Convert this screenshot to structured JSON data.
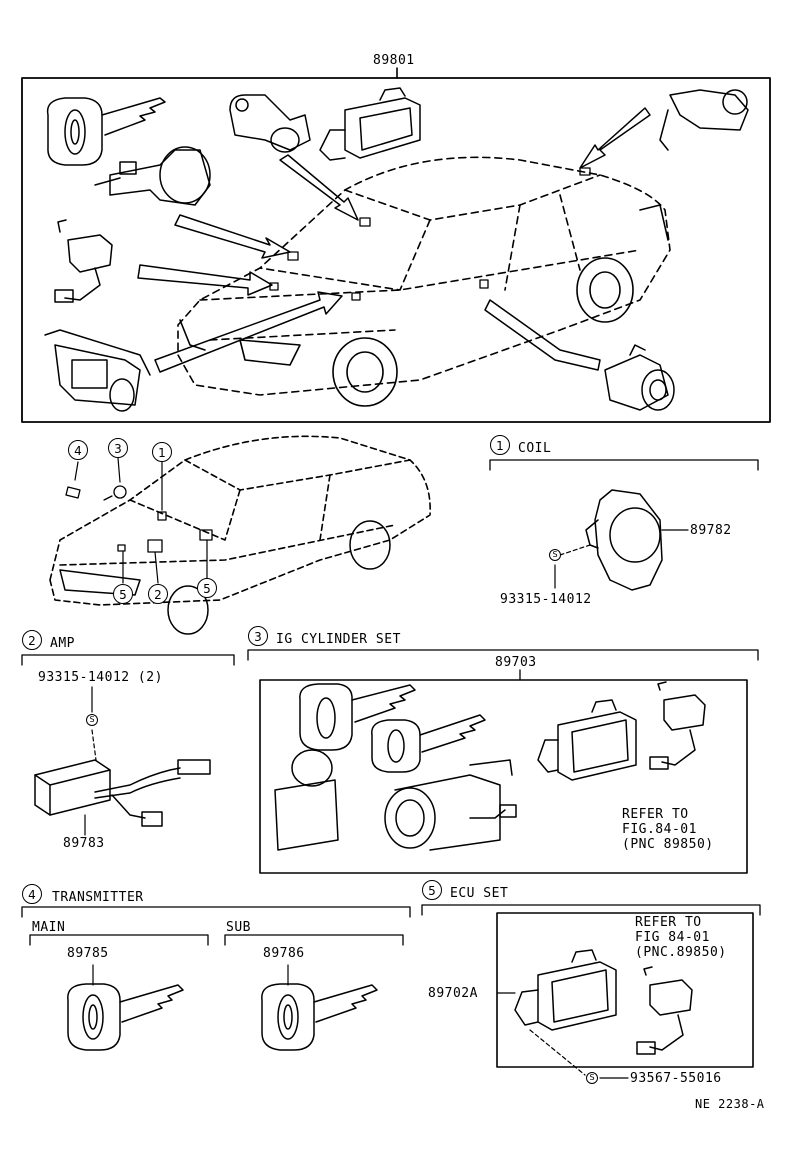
{
  "top_part_number": "89801",
  "legend_numbers": [
    "4",
    "3",
    "1"
  ],
  "car_callouts": [
    "5",
    "2",
    "5"
  ],
  "coil": {
    "num": "1",
    "title": "COIL",
    "part": "89782",
    "screw": "93315-14012",
    "screw_mark": "S"
  },
  "amp": {
    "num": "2",
    "title": "AMP",
    "screw": "93315-14012 (2)",
    "screw_mark": "S",
    "part": "89783"
  },
  "ig": {
    "num": "3",
    "title": "IG CYLINDER SET",
    "part": "89703",
    "refer": [
      "REFER TO",
      "FIG.84-01",
      "(PNC 89850)"
    ]
  },
  "transmitter": {
    "num": "4",
    "title": "TRANSMITTER",
    "main_label": "MAIN",
    "main_part": "89785",
    "sub_label": "SUB",
    "sub_part": "89786"
  },
  "ecu": {
    "num": "5",
    "title": "ECU SET",
    "part": "89702A",
    "refer": [
      "REFER TO",
      "FIG 84-01",
      "(PNC.89850)"
    ],
    "screw": "93567-55016",
    "screw_mark": "S"
  },
  "footer_code": "NE 2238-A"
}
